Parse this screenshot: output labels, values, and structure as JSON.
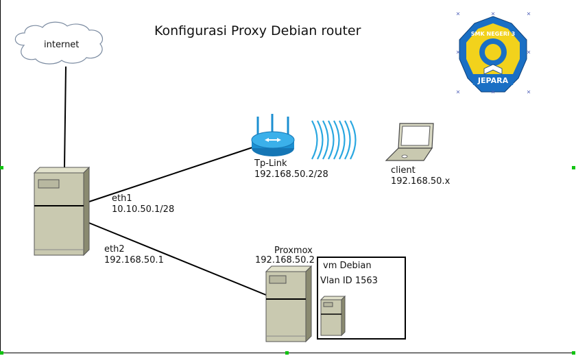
{
  "title": "Konfigurasi Proxy Debian router",
  "logo": {
    "top_text": "SMK NEGERI 3",
    "bottom_text": "JEPARA",
    "colors": {
      "shield_outer": "#1a6fc4",
      "shield_inner": "#f2d21c",
      "text": "#ffffff"
    }
  },
  "nodes": {
    "internet": {
      "label": "internet",
      "icon": "cloud-icon"
    },
    "router_server": {
      "icon": "server-tower-icon"
    },
    "tplink": {
      "name": "Tp-Link",
      "ip": "192.168.50.2/28",
      "icon": "wifi-router-icon"
    },
    "client": {
      "name": "client",
      "ip": "192.168.50.x",
      "icon": "laptop-icon"
    },
    "proxmox": {
      "name": "Proxmox",
      "ip": "192.168.50.2",
      "icon": "server-tower-icon"
    },
    "vm": {
      "name": "vm Debian",
      "vlan": "Vlan ID 1563",
      "icon": "server-tower-icon"
    }
  },
  "links": {
    "eth1": {
      "name": "eth1",
      "ip": "10.10.50.1/28"
    },
    "eth2": {
      "name": "eth2",
      "ip": "192.168.50.1"
    }
  },
  "colors": {
    "server_body": "#c9c9b0",
    "server_dark": "#7f7f66",
    "wifi_waves": "#2aa7e0",
    "router_blue": "#1b8fd1",
    "handle_green": "#12c412"
  }
}
